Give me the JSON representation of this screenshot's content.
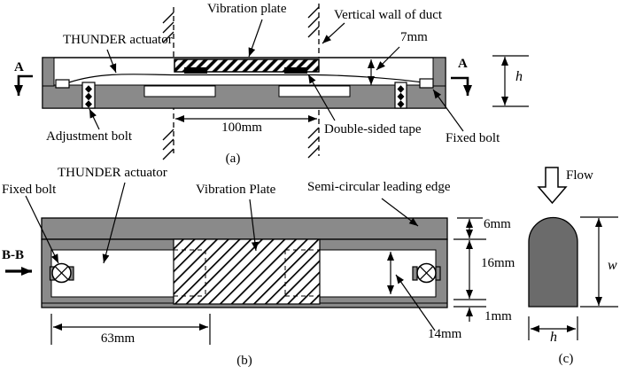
{
  "colors": {
    "structure_gray": "#8a8a8a",
    "dome_gray": "#6b6b6b",
    "line_black": "#000000",
    "background": "#ffffff"
  },
  "view_a": {
    "caption": "(a)",
    "labels": {
      "vibration_plate": "Vibration plate",
      "vertical_wall_of_duct": "Vertical wall of duct",
      "thunder_actuator": "THUNDER actuator",
      "adjustment_bolt": "Adjustment bolt",
      "double_sided_tape": "Double-sided tape",
      "fixed_bolt": "Fixed bolt"
    },
    "section_marker_left": "A",
    "section_marker_right": "A",
    "dims": {
      "span": "100mm",
      "gap": "7mm",
      "duct_height": "h"
    }
  },
  "view_b": {
    "caption": "(b)",
    "labels": {
      "fixed_bolt": "Fixed bolt",
      "thunder_actuator": "THUNDER actuator",
      "vibration_plate": "Vibration Plate",
      "leading_edge": "Semi-circular leading edge"
    },
    "section_marker": "B-B",
    "dims": {
      "actuator_length": "63mm",
      "top_thickness": "6mm",
      "cavity_height_outer": "16mm",
      "bottom_thickness": "1mm",
      "cavity_height_inner": "14mm"
    }
  },
  "view_c": {
    "caption": "(c)",
    "labels": {
      "flow": "Flow"
    },
    "dims": {
      "width": "w",
      "height": "h"
    }
  }
}
